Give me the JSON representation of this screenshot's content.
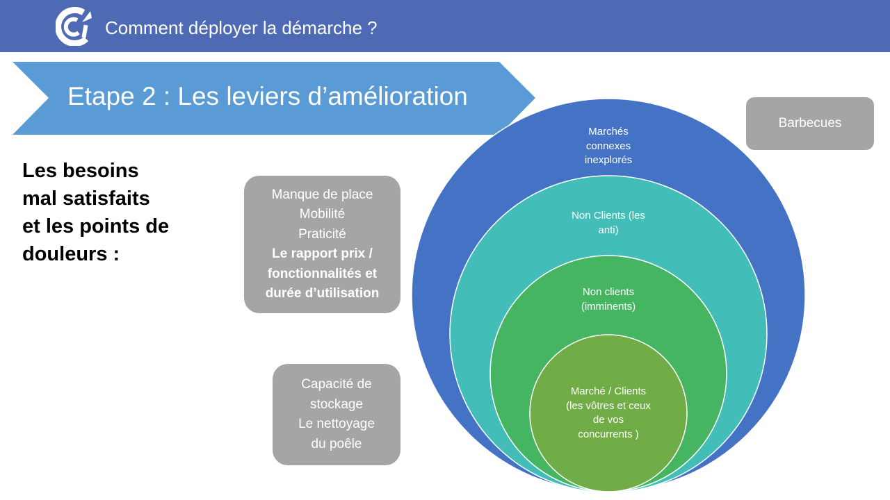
{
  "header": {
    "title": "Comment déployer la démarche ?",
    "logo": "CCI logo"
  },
  "banner": {
    "title": "Etape 2 : Les leviers d’amélioration"
  },
  "left_title": [
    "Les besoins",
    "mal satisfaits",
    "et les points de",
    "douleurs :"
  ],
  "box_needs": {
    "lines": [
      "Manque de place",
      "Mobilité",
      "Praticité"
    ],
    "bold_lines": [
      "Le rapport prix /",
      "fonctionnalités et",
      "durée d’utilisation"
    ]
  },
  "box_storage": {
    "lines": [
      "Capacité de",
      "stockage",
      "Le nettoyage",
      "du poêle"
    ]
  },
  "box_barbecues": {
    "label": "Barbecues"
  },
  "circles": [
    {
      "lines": [
        "Marchés",
        "connexes",
        "inexplorés"
      ],
      "color": "#4472C4"
    },
    {
      "lines": [
        "Non Clients (les",
        "anti)"
      ],
      "color": "#43BDB8"
    },
    {
      "lines": [
        "Non clients",
        "(imminents)"
      ],
      "color": "#45B562"
    },
    {
      "lines": [
        "Marché / Clients",
        "(les vôtres et ceux",
        "de vos",
        "concurrents )"
      ],
      "color": "#70AD47"
    }
  ]
}
